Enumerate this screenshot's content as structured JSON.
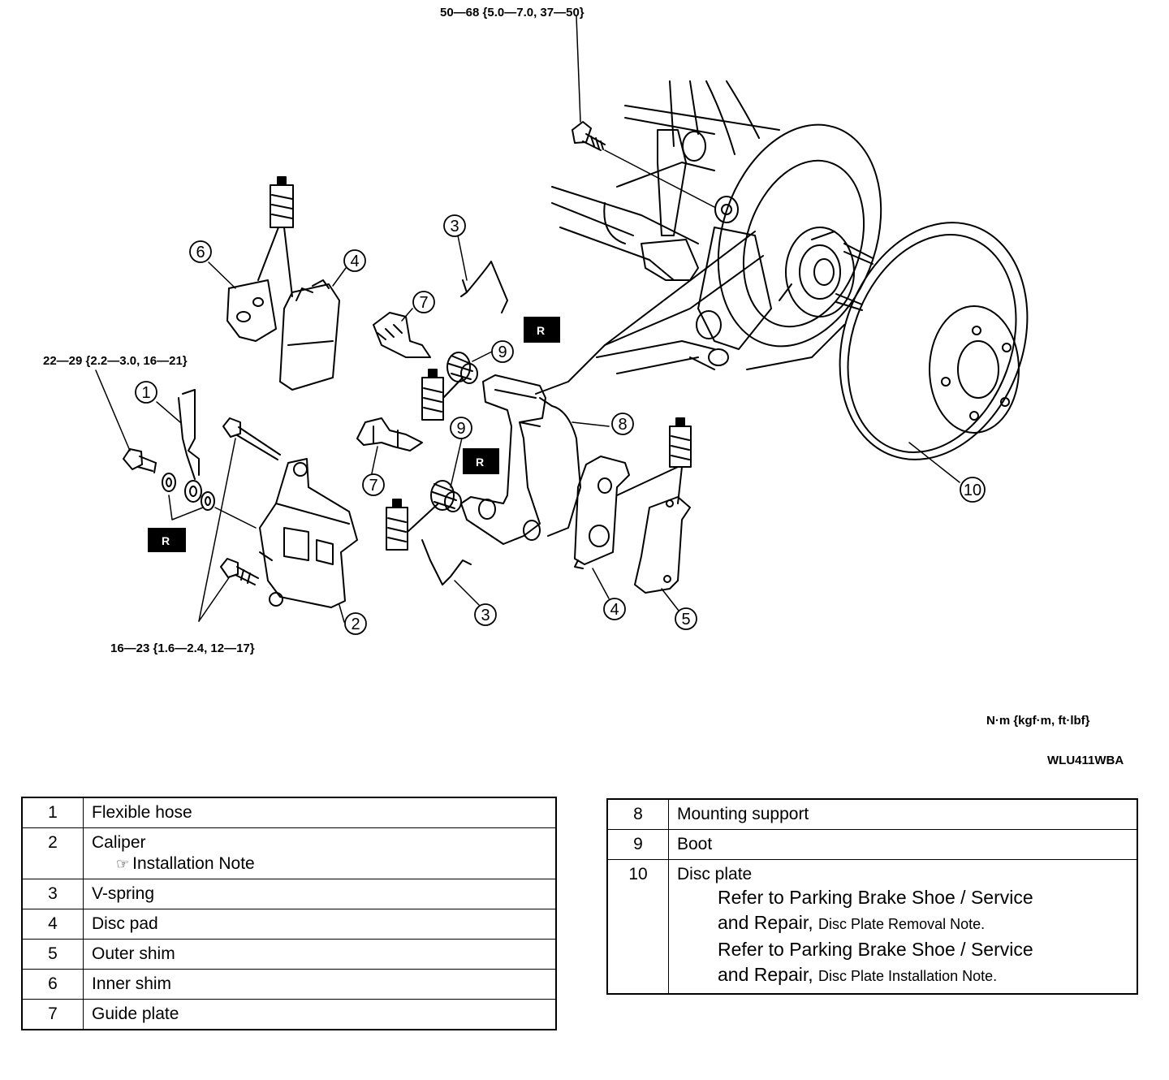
{
  "torque_labels": {
    "top_bolt": "50—68 {5.0—7.0, 37—50}",
    "hose_bolt": "22—29 {2.2—3.0, 16—21}",
    "caliper_bolts": "16—23 {1.6—2.4, 12—17}"
  },
  "units_label": "N·m {kgf·m, ft·lbf}",
  "figure_code": "WLU411WBA",
  "replace_marker": "R",
  "callouts": [
    "1",
    "2",
    "3",
    "3",
    "4",
    "4",
    "5",
    "6",
    "7",
    "7",
    "8",
    "9",
    "9",
    "10"
  ],
  "parts_left": [
    {
      "num": "1",
      "name": "Flexible hose"
    },
    {
      "num": "2",
      "name": "Caliper",
      "note": "Installation Note"
    },
    {
      "num": "3",
      "name": "V-spring"
    },
    {
      "num": "4",
      "name": "Disc pad"
    },
    {
      "num": "5",
      "name": "Outer shim"
    },
    {
      "num": "6",
      "name": "Inner shim"
    },
    {
      "num": "7",
      "name": "Guide plate"
    }
  ],
  "parts_right": [
    {
      "num": "8",
      "name": "Mounting support"
    },
    {
      "num": "9",
      "name": "Boot"
    },
    {
      "num": "10",
      "name": "Disc plate",
      "refs": [
        {
          "line1": "Refer to Parking Brake Shoe / Service",
          "line2a": "and Repair,",
          "line2b": "Disc Plate Removal Note."
        },
        {
          "line1": "Refer to Parking Brake Shoe / Service",
          "line2a": "and Repair,",
          "line2b": "Disc Plate Installation Note."
        }
      ]
    }
  ]
}
